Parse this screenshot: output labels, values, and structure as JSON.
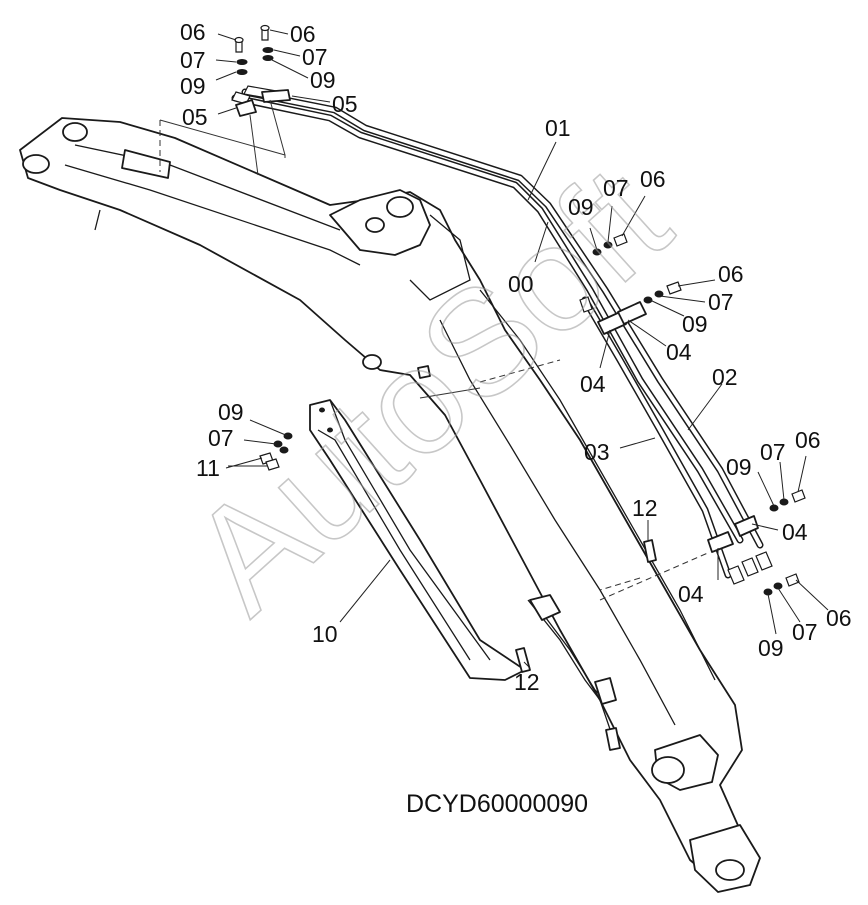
{
  "diagram": {
    "drawing_code": "DCYD60000090",
    "watermark": "AutoSoft",
    "callouts": [
      {
        "id": "c-06-a",
        "label": "06"
      },
      {
        "id": "c-07-a",
        "label": "07"
      },
      {
        "id": "c-09-a",
        "label": "09"
      },
      {
        "id": "c-05-a",
        "label": "05"
      },
      {
        "id": "c-06-b",
        "label": "06"
      },
      {
        "id": "c-07-b",
        "label": "07"
      },
      {
        "id": "c-09-b",
        "label": "09"
      },
      {
        "id": "c-05-b",
        "label": "05"
      },
      {
        "id": "c-01",
        "label": "01"
      },
      {
        "id": "c-00",
        "label": "00"
      },
      {
        "id": "c-09-c",
        "label": "09"
      },
      {
        "id": "c-07-c",
        "label": "07"
      },
      {
        "id": "c-06-c",
        "label": "06"
      },
      {
        "id": "c-06-d",
        "label": "06"
      },
      {
        "id": "c-07-d",
        "label": "07"
      },
      {
        "id": "c-09-d",
        "label": "09"
      },
      {
        "id": "c-04-a",
        "label": "04"
      },
      {
        "id": "c-04-b",
        "label": "04"
      },
      {
        "id": "c-02",
        "label": "02"
      },
      {
        "id": "c-03",
        "label": "03"
      },
      {
        "id": "c-09-e",
        "label": "09"
      },
      {
        "id": "c-07-e",
        "label": "07"
      },
      {
        "id": "c-06-e",
        "label": "06"
      },
      {
        "id": "c-04-c",
        "label": "04"
      },
      {
        "id": "c-04-d",
        "label": "04"
      },
      {
        "id": "c-06-f",
        "label": "06"
      },
      {
        "id": "c-07-f",
        "label": "07"
      },
      {
        "id": "c-09-f",
        "label": "09"
      },
      {
        "id": "c-12-a",
        "label": "12"
      },
      {
        "id": "c-12-b",
        "label": "12"
      },
      {
        "id": "c-09-g",
        "label": "09"
      },
      {
        "id": "c-07-g",
        "label": "07"
      },
      {
        "id": "c-11",
        "label": "11"
      },
      {
        "id": "c-10",
        "label": "10"
      }
    ]
  }
}
